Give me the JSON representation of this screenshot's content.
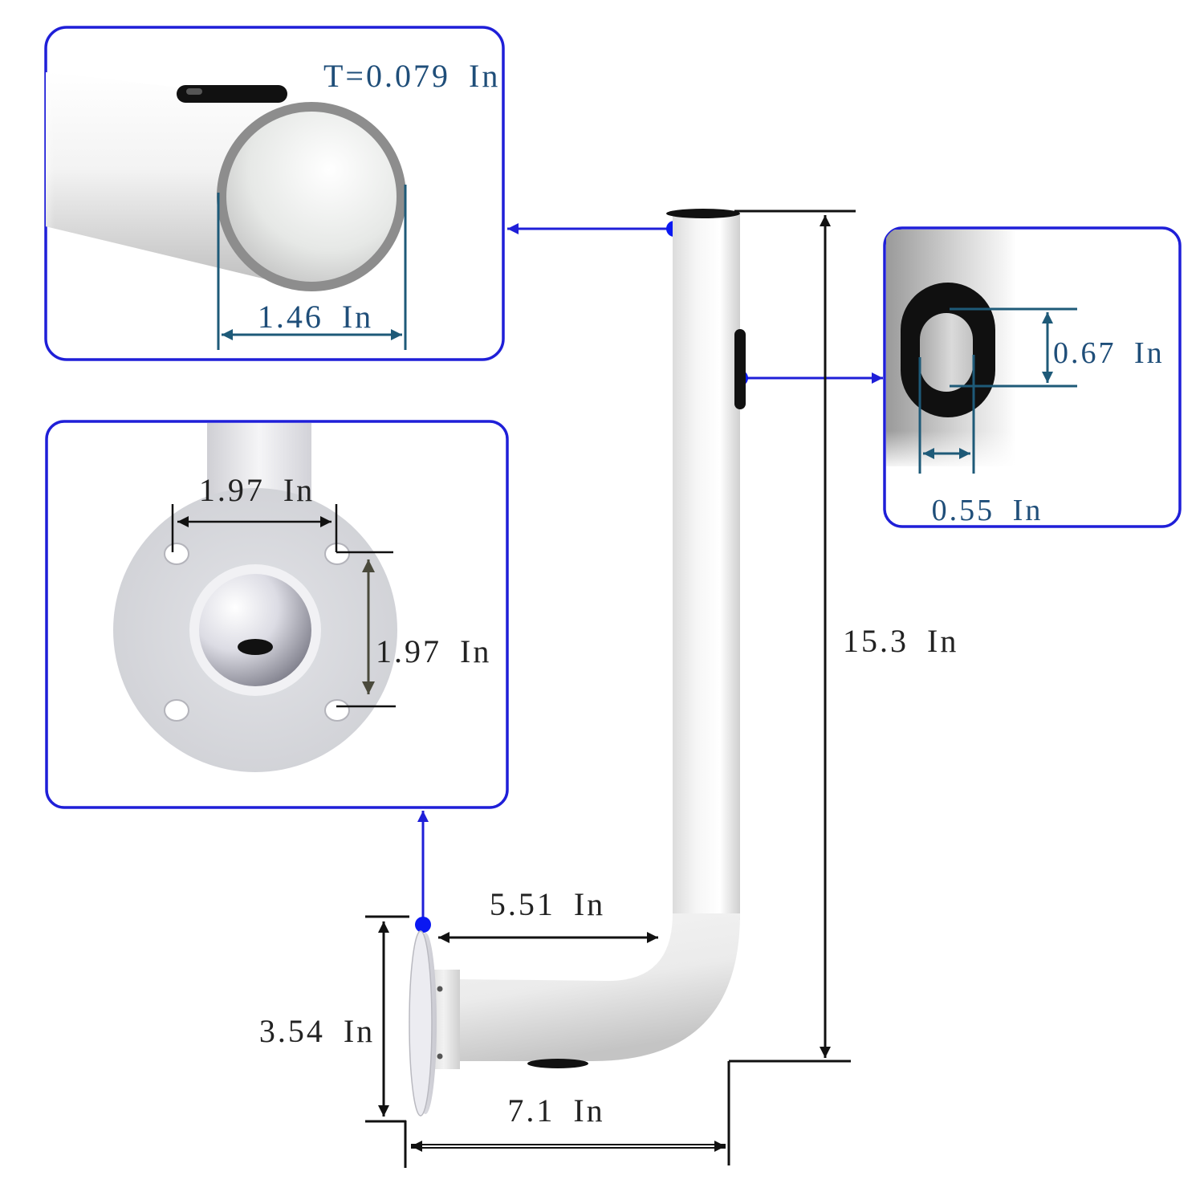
{
  "callouts": {
    "pipe_end": {
      "thickness_label": "T=0.079 In",
      "diameter_label": "1.46 In"
    },
    "cable_slot": {
      "height_label": "0.67 In",
      "width_label": "0.55 In"
    },
    "mounting_flange": {
      "hole_spacing_horizontal_label": "1.97 In",
      "hole_spacing_vertical_label": "1.97 In"
    }
  },
  "dimensions": {
    "overall_height_label": "15.3 In",
    "arm_length_label": "5.51 In",
    "flange_height_label": "3.54 In",
    "overall_depth_label": "7.1 In"
  },
  "colors": {
    "callout_border": "#1f1fd8",
    "callout_dot": "#0a18f2",
    "detail_dimension": "#1e5a78",
    "main_dimension": "#111111",
    "label_detail": "#1f4e79",
    "label_main": "#222222"
  }
}
